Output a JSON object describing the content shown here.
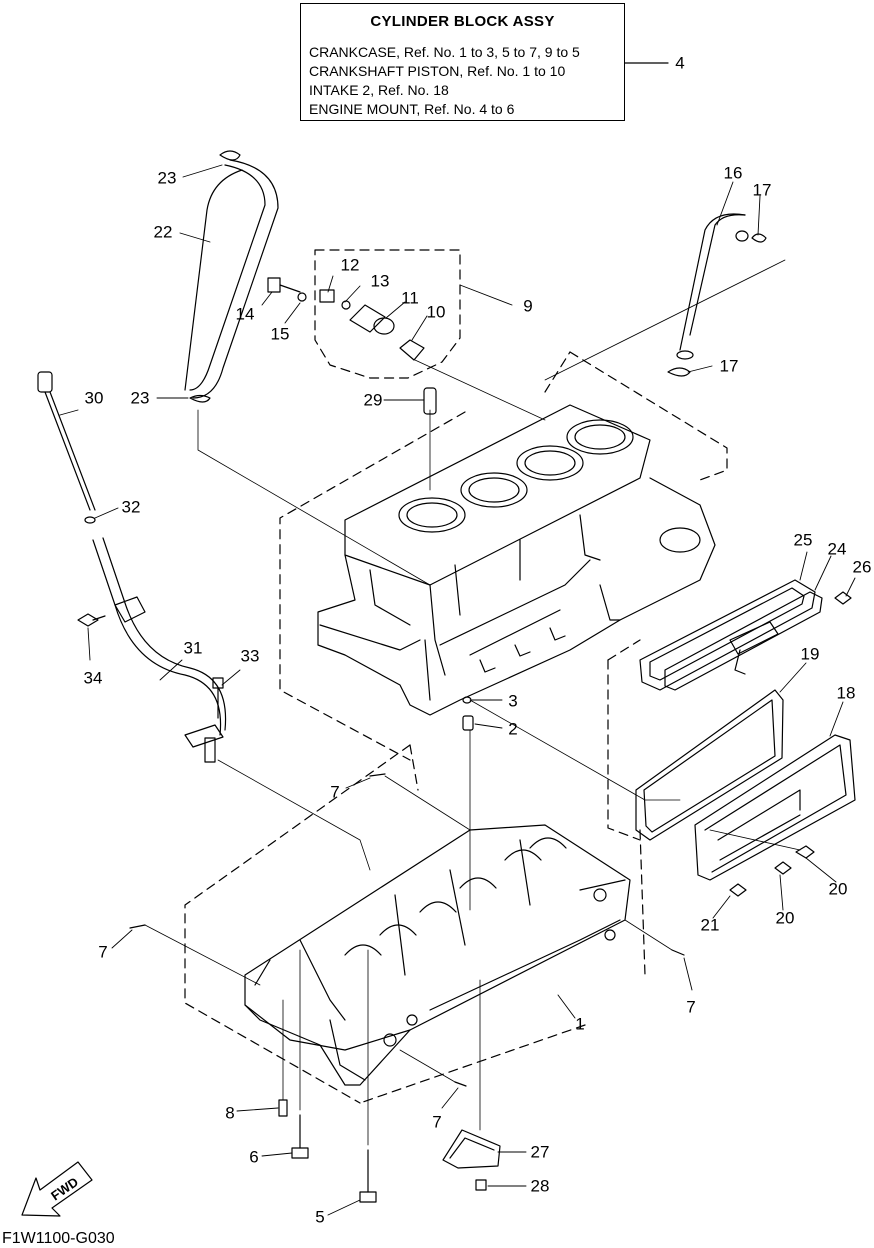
{
  "title_box": {
    "heading": "CYLINDER BLOCK ASSY",
    "lines": [
      "CRANKCASE, Ref. No. 1 to 3, 5 to 7, 9 to 5",
      "CRANKSHAFT PISTON, Ref. No. 1 to 10",
      "INTAKE 2, Ref. No. 18",
      "ENGINE MOUNT, Ref. No. 4 to 6"
    ],
    "ref": "4"
  },
  "callouts": {
    "c1": "1",
    "c2": "2",
    "c3": "3",
    "c5": "5",
    "c6": "6",
    "c7a": "7",
    "c7b": "7",
    "c7c": "7",
    "c7d": "7",
    "c8": "8",
    "c9": "9",
    "c10": "10",
    "c11": "11",
    "c12": "12",
    "c13": "13",
    "c14": "14",
    "c15": "15",
    "c16": "16",
    "c17a": "17",
    "c17b": "17",
    "c18": "18",
    "c19": "19",
    "c20a": "20",
    "c20b": "20",
    "c21": "21",
    "c22": "22",
    "c23a": "23",
    "c23b": "23",
    "c24": "24",
    "c25": "25",
    "c26": "26",
    "c27": "27",
    "c28": "28",
    "c29": "29",
    "c30": "30",
    "c31": "31",
    "c32": "32",
    "c33": "33",
    "c34": "34"
  },
  "fwd_label": "FWD",
  "drawing_code": "F1W1100-G030"
}
